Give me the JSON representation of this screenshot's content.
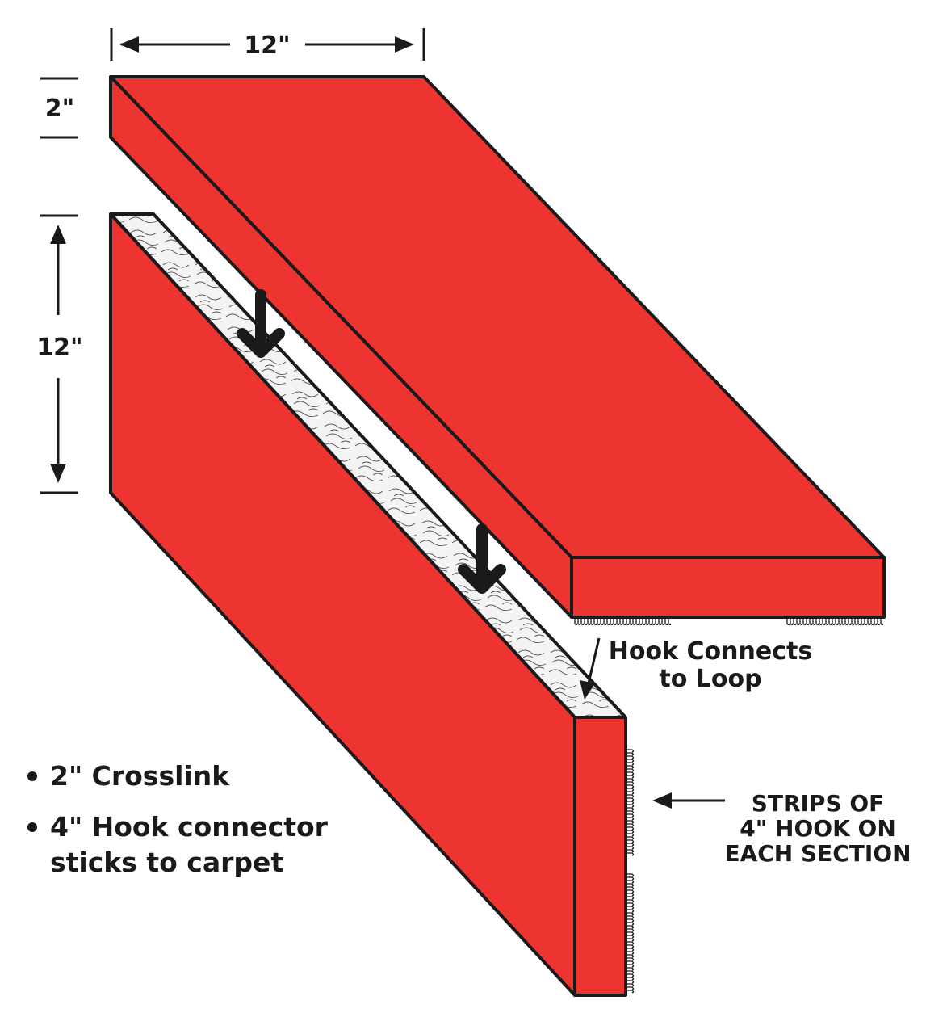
{
  "dimensions": {
    "width_label": "12\"",
    "thickness_label": "2\"",
    "height_label": "12\""
  },
  "callouts": {
    "hook_connects": {
      "line1": "Hook Connects",
      "line2": "to Loop"
    },
    "strips": {
      "line1": "STRIPS OF",
      "line2": "4\" HOOK ON",
      "line3": "EACH SECTION"
    }
  },
  "bullets": [
    {
      "lines": [
        "2\" Crosslink"
      ]
    },
    {
      "lines": [
        "4\" Hook connector",
        "sticks to carpet"
      ]
    }
  ],
  "colors": {
    "panel_red": "#ee3431",
    "outline": "#1a1a1a",
    "carpet_pattern": "#f4f4f4"
  }
}
